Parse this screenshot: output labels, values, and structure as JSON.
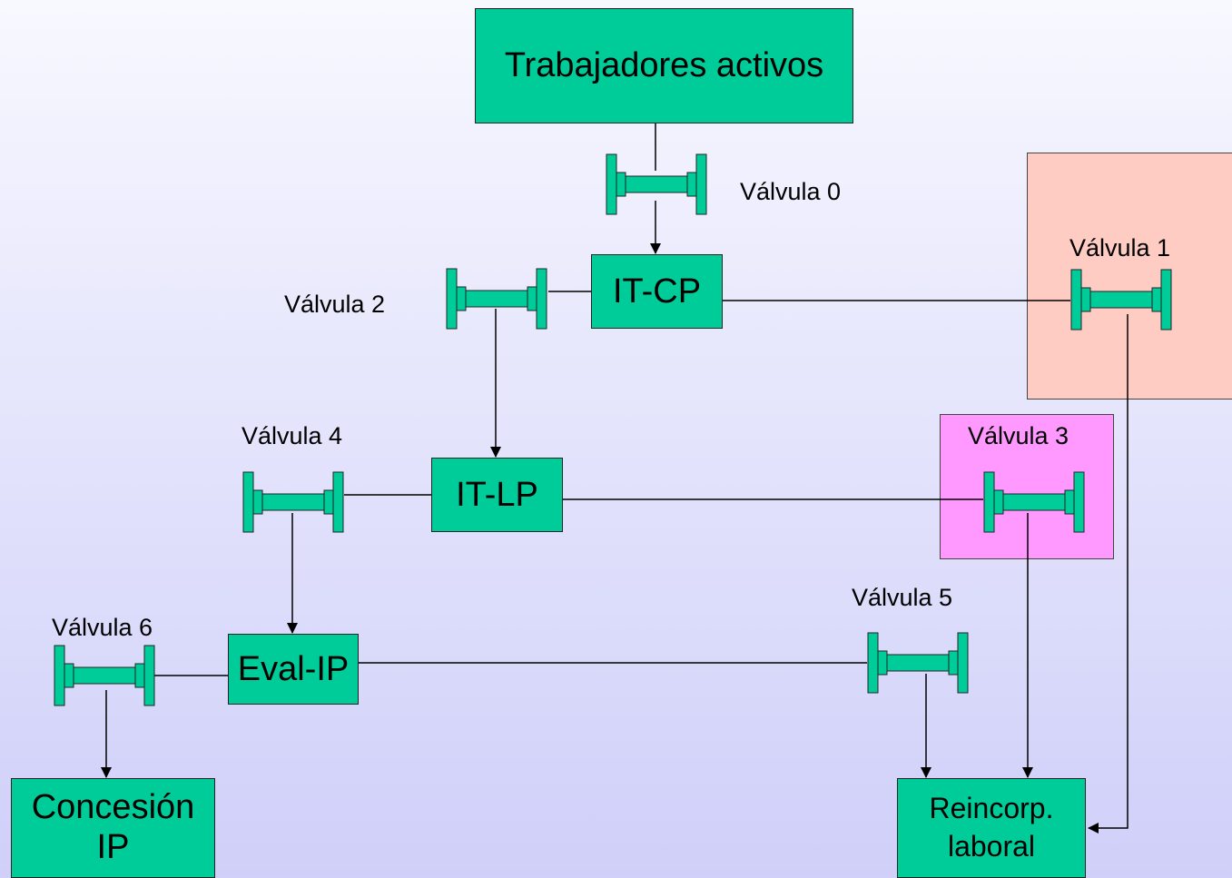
{
  "nodes": {
    "trabajadores": "Trabajadores activos",
    "itcp": "IT-CP",
    "itlp": "IT-LP",
    "evalip": "Eval-IP",
    "concesion_l1": "Concesión",
    "concesion_l2": "IP",
    "reincorp_l1": "Reincorp.",
    "reincorp_l2": "laboral"
  },
  "valves": {
    "v0": "Válvula 0",
    "v1": "Válvula 1",
    "v2": "Válvula 2",
    "v3": "Válvula 3",
    "v4": "Válvula 4",
    "v5": "Válvula 5",
    "v6": "Válvula 6"
  },
  "colors": {
    "node_fill": "#00cc99",
    "zone_valvula1": "#ffccc4",
    "zone_valvula3": "#ff99ff",
    "line": "#000000"
  }
}
